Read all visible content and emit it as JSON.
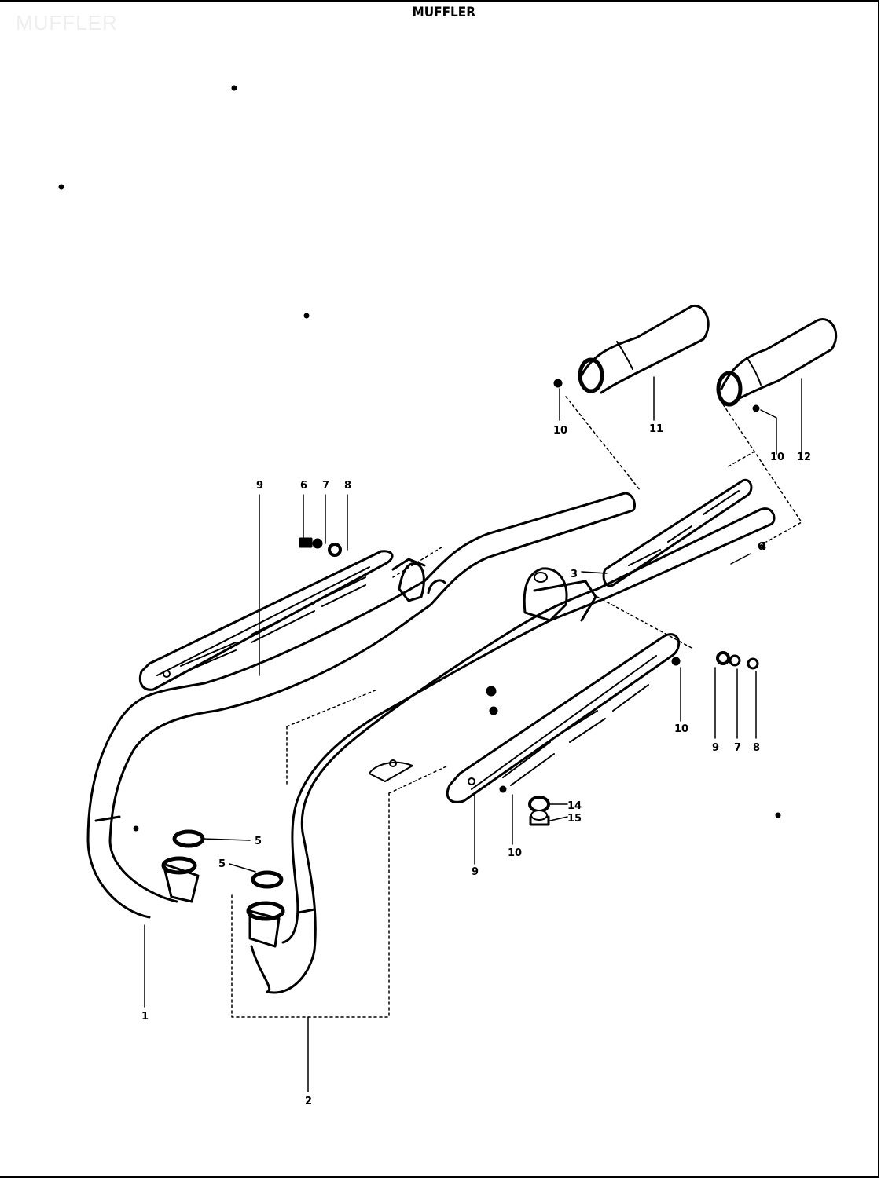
{
  "watermark": "MUFFLER",
  "title": "MUFFLER",
  "callouts": {
    "left_exhaust_pipe": "1",
    "right_exhaust_pipe": "2",
    "left_heat_guard": "9",
    "right_heat_guard": "9",
    "right_guard_lower": "9",
    "left_guard_screw": "6",
    "left_guard_washer": "7",
    "left_guard_cushion": "8",
    "right_guard_screw": "6",
    "right_guard_washer": "7",
    "right_guard_cushion": "8",
    "left_gasket": "5",
    "right_gasket": "5",
    "baffle": "3",
    "baffle_bolt": "4",
    "left_silencer_bolt": "10",
    "right_silencer_bolt": "10",
    "right_guard_bolt": "10",
    "lower_guard_bolt": "10",
    "left_silencer": "11",
    "right_silencer": "12",
    "mount_cushion": "14",
    "mount_nut": "15"
  }
}
